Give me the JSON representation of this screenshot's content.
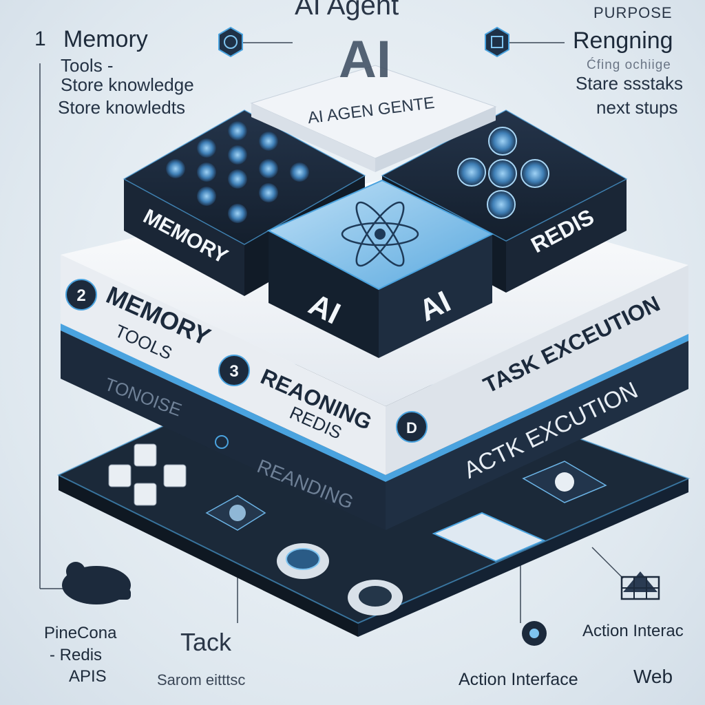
{
  "title": "AI Agent",
  "left_panel": {
    "number": "1",
    "heading": "Memory",
    "lines": [
      "Tools -",
      "Store knowledge",
      "Store knowledts"
    ]
  },
  "right_panel": {
    "kicker": "PURPOSE",
    "heading": "Rengning",
    "blur_line": "Ćfing ochiige",
    "lines": [
      "Stare ssstaks",
      "next stups"
    ]
  },
  "center": {
    "ai_badge": "AI",
    "plate_text": "AI AGEN GENTE",
    "cube_memory": "MEMORY",
    "cube_redis": "REDIS",
    "cube_ai_left": "AI",
    "cube_ai_right": "AI"
  },
  "layer_white": {
    "badge_2": "2",
    "memory": "MEMORY",
    "tools": "TOOLS",
    "badge_3": "3",
    "reaoning": "REAONING",
    "redis": "REDIS",
    "task": "TASK EXCEUTION",
    "badge_d": "D"
  },
  "layer_dark": {
    "tonoise": "TONOISE",
    "reanding": "REANDING",
    "actk": "ACTK EXCUTION"
  },
  "bottom": {
    "pinecone": "PineCona",
    "redis": "- Redis",
    "apis": "APIS",
    "tack": "Tack",
    "sarom": "Sarom eitttsc",
    "action_interface_right": "Action Interac",
    "action_interface": "Action Interface",
    "web": "Web"
  },
  "colors": {
    "dark_navy": "#1c2a3c",
    "accent_blue": "#4aa3df",
    "white_layer": "#f3f5f8",
    "background": "#dfe8ef"
  }
}
